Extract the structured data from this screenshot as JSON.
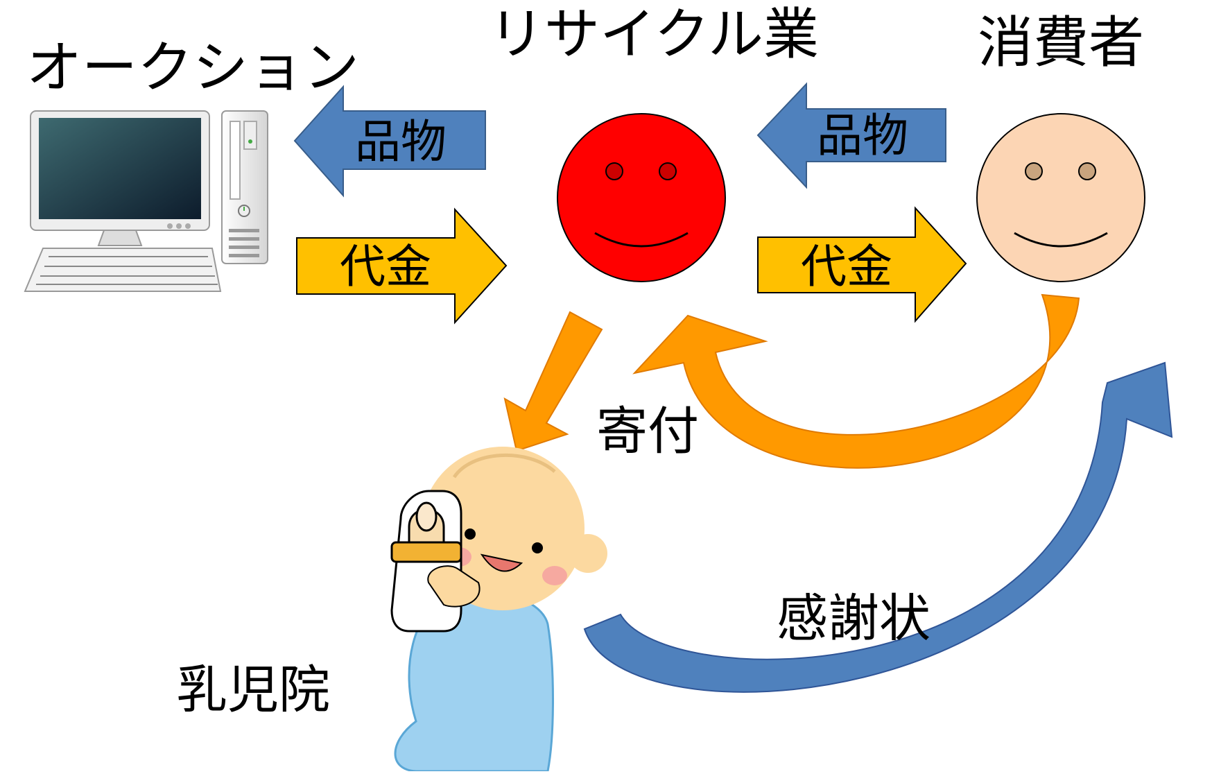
{
  "nodes": {
    "auction": "オークション",
    "recycler": "リサイクル業",
    "consumer": "消費者",
    "orphanage": "乳児院"
  },
  "arrows": {
    "goods_left": "品物",
    "money_left": "代金",
    "goods_right": "品物",
    "money_right": "代金",
    "donation": "寄付",
    "thanks": "感謝状"
  },
  "colors": {
    "goods_arrow": "#4f81bd",
    "money_arrow": "#ffc000",
    "flow_arrow": "#ff9900",
    "thanks_arrow": "#4f81bd",
    "recycler_face": "#ff0000",
    "consumer_face": "#fcd5b4"
  },
  "icons": {
    "auction": "desktop-computer-icon",
    "recycler": "smiley-face-icon",
    "consumer": "smiley-face-icon",
    "orphanage": "baby-with-bottle-icon"
  }
}
